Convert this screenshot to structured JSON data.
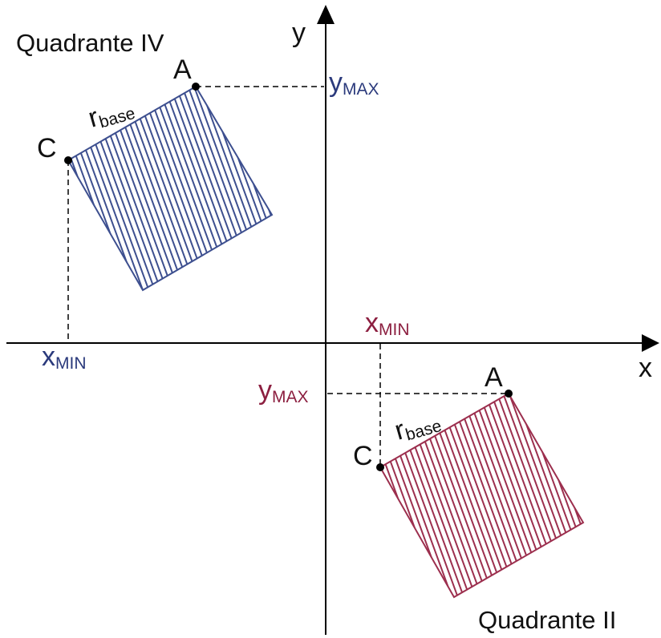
{
  "axes": {
    "x_label": "x",
    "y_label": "y"
  },
  "quadrant_iv": {
    "title": "Quadrante IV",
    "point_a": "A",
    "point_c": "C",
    "r_main": "r",
    "r_sub": "base",
    "y_max_main": "y",
    "y_max_sub": "MAX",
    "x_min_main": "x",
    "x_min_sub": "MIN"
  },
  "quadrant_ii": {
    "title": "Quadrante II",
    "point_a": "A",
    "point_c": "C",
    "r_main": "r",
    "r_sub": "base",
    "y_max_main": "y",
    "y_max_sub": "MAX",
    "x_min_main": "x",
    "x_min_sub": "MIN"
  },
  "colors": {
    "blue_shape": "#3d4f8f",
    "blue_label": "#2b3a7c",
    "red_shape": "#9c2f4e",
    "red_label": "#8c1f40",
    "axis": "#000000"
  }
}
